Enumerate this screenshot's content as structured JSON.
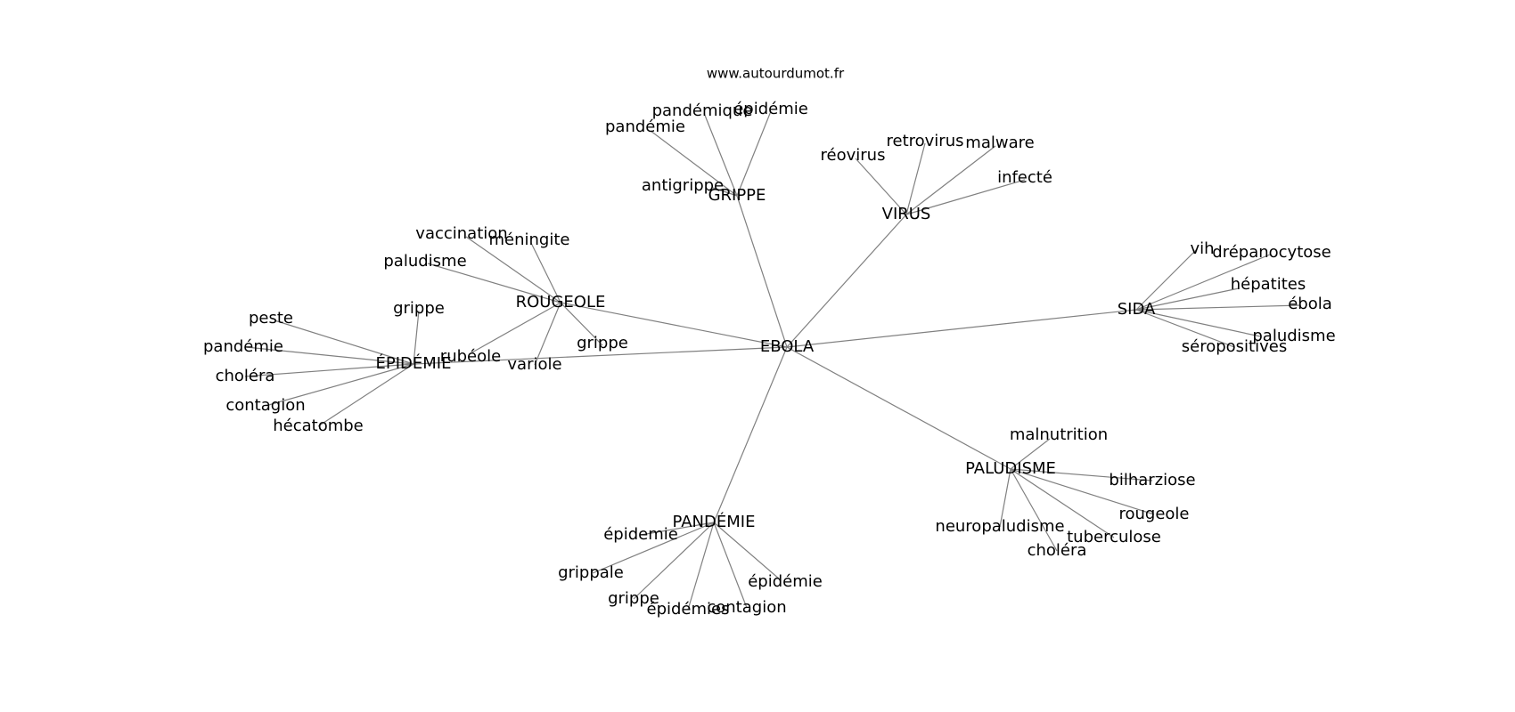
{
  "source": "www.autourdumot.fr",
  "nodes": [
    {
      "id": "ebola",
      "label": "EBOLA"
    },
    {
      "id": "grippe_h",
      "label": "GRIPPE"
    },
    {
      "id": "virus_h",
      "label": "VIRUS"
    },
    {
      "id": "sida_h",
      "label": "SIDA"
    },
    {
      "id": "rougeole_h",
      "label": "ROUGEOLE"
    },
    {
      "id": "epidemie_h",
      "label": "ÉPIDÉMIE"
    },
    {
      "id": "pandemie_h",
      "label": "PANDÉMIE"
    },
    {
      "id": "paludisme_h",
      "label": "PALUDISME"
    },
    {
      "id": "g1",
      "label": "pandémique"
    },
    {
      "id": "g2",
      "label": "épidémie"
    },
    {
      "id": "g3",
      "label": "pandémie"
    },
    {
      "id": "g4",
      "label": "antigrippe"
    },
    {
      "id": "v1",
      "label": "réovirus"
    },
    {
      "id": "v2",
      "label": "retrovirus"
    },
    {
      "id": "v3",
      "label": "malware"
    },
    {
      "id": "v4",
      "label": "infecté"
    },
    {
      "id": "s1",
      "label": "vih"
    },
    {
      "id": "s2",
      "label": "drépanocytose"
    },
    {
      "id": "s3",
      "label": "hépatites"
    },
    {
      "id": "s4",
      "label": "ébola"
    },
    {
      "id": "s5",
      "label": "paludisme"
    },
    {
      "id": "s6",
      "label": "séropositives"
    },
    {
      "id": "r1",
      "label": "vaccination"
    },
    {
      "id": "r2",
      "label": "méningite"
    },
    {
      "id": "r3",
      "label": "paludisme"
    },
    {
      "id": "r4",
      "label": "rubéole"
    },
    {
      "id": "r5",
      "label": "variole"
    },
    {
      "id": "r6",
      "label": "grippe"
    },
    {
      "id": "e1",
      "label": "grippe"
    },
    {
      "id": "e2",
      "label": "peste"
    },
    {
      "id": "e3",
      "label": "pandémie"
    },
    {
      "id": "e4",
      "label": "choléra"
    },
    {
      "id": "e5",
      "label": "contagion"
    },
    {
      "id": "e6",
      "label": "hécatombe"
    },
    {
      "id": "p1",
      "label": "épidemie"
    },
    {
      "id": "p2",
      "label": "grippale"
    },
    {
      "id": "p3",
      "label": "grippe"
    },
    {
      "id": "p4",
      "label": "épidémies"
    },
    {
      "id": "p5",
      "label": "contagion"
    },
    {
      "id": "p6",
      "label": "épidémie"
    },
    {
      "id": "pa1",
      "label": "malnutrition"
    },
    {
      "id": "pa2",
      "label": "bilharziose"
    },
    {
      "id": "pa3",
      "label": "rougeole"
    },
    {
      "id": "pa4",
      "label": "tuberculose"
    },
    {
      "id": "pa5",
      "label": "choléra"
    },
    {
      "id": "pa6",
      "label": "neuropaludisme"
    }
  ],
  "edges": [
    [
      "ebola",
      "grippe_h"
    ],
    [
      "ebola",
      "virus_h"
    ],
    [
      "ebola",
      "sida_h"
    ],
    [
      "ebola",
      "rougeole_h"
    ],
    [
      "ebola",
      "epidemie_h"
    ],
    [
      "ebola",
      "pandemie_h"
    ],
    [
      "ebola",
      "paludisme_h"
    ],
    [
      "grippe_h",
      "g1"
    ],
    [
      "grippe_h",
      "g2"
    ],
    [
      "grippe_h",
      "g3"
    ],
    [
      "grippe_h",
      "g4"
    ],
    [
      "virus_h",
      "v1"
    ],
    [
      "virus_h",
      "v2"
    ],
    [
      "virus_h",
      "v3"
    ],
    [
      "virus_h",
      "v4"
    ],
    [
      "sida_h",
      "s1"
    ],
    [
      "sida_h",
      "s2"
    ],
    [
      "sida_h",
      "s3"
    ],
    [
      "sida_h",
      "s4"
    ],
    [
      "sida_h",
      "s5"
    ],
    [
      "sida_h",
      "s6"
    ],
    [
      "rougeole_h",
      "r1"
    ],
    [
      "rougeole_h",
      "r2"
    ],
    [
      "rougeole_h",
      "r3"
    ],
    [
      "rougeole_h",
      "r4"
    ],
    [
      "rougeole_h",
      "r5"
    ],
    [
      "rougeole_h",
      "r6"
    ],
    [
      "epidemie_h",
      "e1"
    ],
    [
      "epidemie_h",
      "e2"
    ],
    [
      "epidemie_h",
      "e3"
    ],
    [
      "epidemie_h",
      "e4"
    ],
    [
      "epidemie_h",
      "e5"
    ],
    [
      "epidemie_h",
      "e6"
    ],
    [
      "pandemie_h",
      "p1"
    ],
    [
      "pandemie_h",
      "p2"
    ],
    [
      "pandemie_h",
      "p3"
    ],
    [
      "pandemie_h",
      "p4"
    ],
    [
      "pandemie_h",
      "p5"
    ],
    [
      "pandemie_h",
      "p6"
    ],
    [
      "paludisme_h",
      "pa1"
    ],
    [
      "paludisme_h",
      "pa2"
    ],
    [
      "paludisme_h",
      "pa3"
    ],
    [
      "paludisme_h",
      "pa4"
    ],
    [
      "paludisme_h",
      "pa5"
    ],
    [
      "paludisme_h",
      "pa6"
    ]
  ]
}
